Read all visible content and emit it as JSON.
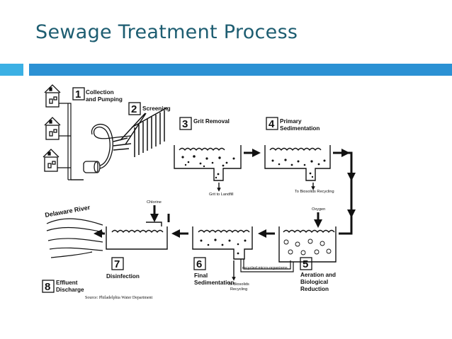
{
  "slide": {
    "title": "Sewage Treatment Process"
  },
  "steps": [
    {
      "number": "1",
      "label_lines": [
        "Collection",
        "and Pumping"
      ]
    },
    {
      "number": "2",
      "label_lines": [
        "Screening"
      ]
    },
    {
      "number": "3",
      "label_lines": [
        "Grit Removal"
      ]
    },
    {
      "number": "4",
      "label_lines": [
        "Primary",
        "Sedimentation"
      ]
    },
    {
      "number": "5",
      "label_lines": [
        "Aeration and",
        "Biological",
        "Reduction"
      ]
    },
    {
      "number": "6",
      "label_lines": [
        "Final",
        "Sedimentation"
      ]
    },
    {
      "number": "7",
      "label_lines": [
        "Disinfection"
      ]
    },
    {
      "number": "8",
      "label_lines": [
        "Effluent",
        "Discharge"
      ]
    }
  ],
  "annotations": {
    "grit_to_landfill": "Grit to Landfill",
    "to_biosolids_recycling": "To Biosolids Recycling",
    "to_biosolids_lines": [
      "To Biosolids",
      "Recycling"
    ],
    "recycled_micro_organisms": "recycled micro-organisms",
    "chlorine": "Chlorine",
    "oxygen": "Oxygen",
    "river": "Delaware River",
    "source": "Source: Philadelphia Water Department"
  },
  "colors": {
    "title": "#1d5d71",
    "bar_light": "#3bb0e4",
    "bar_dark": "#2b91d4",
    "ink": "#111111"
  }
}
